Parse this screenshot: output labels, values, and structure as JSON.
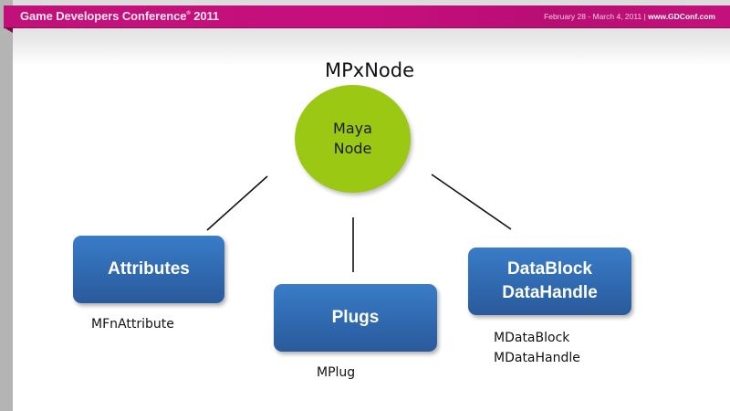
{
  "banner": {
    "title": "Game Developers Conference",
    "title_mark": "®",
    "year": "2011",
    "dates": "February 28 - March 4, 2011",
    "separator": "|",
    "url": "www.GDConf.com",
    "color": "#c60f7c"
  },
  "slide": {
    "heading": "MPxNode",
    "center_node": {
      "lines": [
        "Maya",
        "Node"
      ],
      "color": "#9bc813"
    },
    "boxes": [
      {
        "id": "attributes",
        "lines": [
          "Attributes"
        ],
        "caption_lines": [
          "MFnAttribute"
        ]
      },
      {
        "id": "plugs",
        "lines": [
          "Plugs"
        ],
        "caption_lines": [
          "MPlug"
        ]
      },
      {
        "id": "datablock",
        "lines": [
          "DataBlock",
          "DataHandle"
        ],
        "caption_lines": [
          "MDataBlock",
          "MDataHandle"
        ]
      }
    ],
    "box_color": "#2f67ad"
  }
}
